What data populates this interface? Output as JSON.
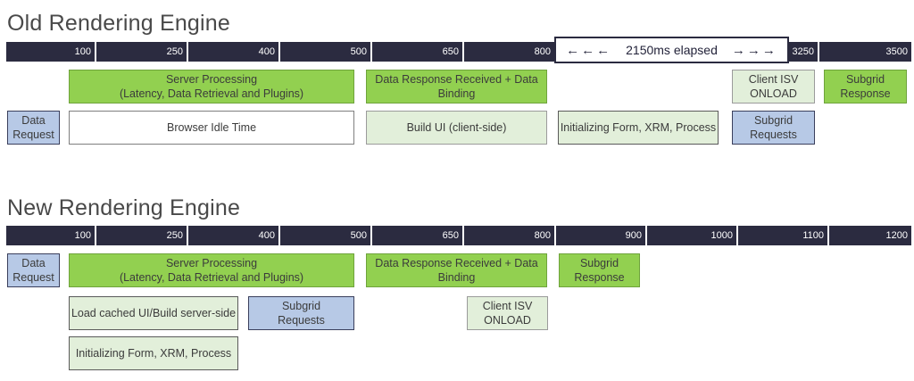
{
  "old_engine": {
    "title": "Old Rendering Engine",
    "ticks": [
      "100",
      "250",
      "400",
      "500",
      "650",
      "800",
      "3250",
      "3500"
    ],
    "elapsed": {
      "left_arrows": "←←←",
      "label": "2150ms elapsed",
      "right_arrows": "→→→"
    },
    "boxes": {
      "server_processing": "Server Processing\n(Latency, Data Retrieval and Plugins)",
      "data_response": "Data Response Received + Data\nBinding",
      "client_isv": "Client ISV\nONLOAD",
      "subgrid_response": "Subgrid\nResponse",
      "data_request": "Data\nRequest",
      "browser_idle": "Browser Idle Time",
      "build_ui": "Build UI (client-side)",
      "initializing": "Initializing Form, XRM, Process",
      "subgrid_requests": "Subgrid\nRequests"
    }
  },
  "new_engine": {
    "title": "New Rendering Engine",
    "ticks": [
      "100",
      "250",
      "400",
      "500",
      "650",
      "800",
      "900",
      "1000",
      "1100",
      "1200"
    ],
    "boxes": {
      "data_request": "Data\nRequest",
      "server_processing": "Server Processing\n(Latency, Data Retrieval and Plugins)",
      "data_response": "Data Response Received + Data\nBinding",
      "subgrid_response": "Subgrid\nResponse",
      "load_cached": "Load cached UI/Build server-side",
      "subgrid_requests": "Subgrid\nRequests",
      "client_isv": "Client ISV\nONLOAD",
      "initializing": "Initializing Form, XRM, Process"
    }
  },
  "colors": {
    "timeline_bar": "#2B2B40",
    "green_fill": "#92D050",
    "green_border": "#6FA33C",
    "light_green_fill": "#E2EFDA",
    "blue_fill": "#B7C9E6",
    "box_text": "#3B3B3B",
    "tick_text": "#FFFFFF"
  }
}
